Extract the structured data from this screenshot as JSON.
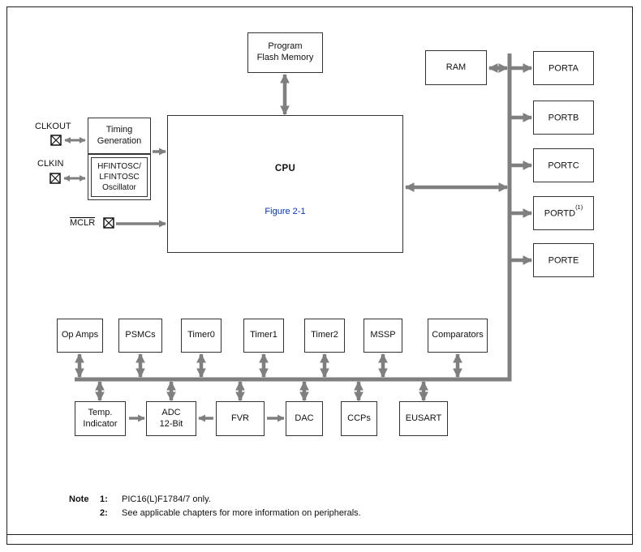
{
  "blocks": {
    "program_flash_memory": {
      "label": "Program\nFlash Memory"
    },
    "ram": {
      "label": "RAM"
    },
    "cpu": {
      "label": "CPU",
      "figure_link": "Figure 2-1"
    },
    "timing_generation": {
      "label": "Timing\nGeneration"
    },
    "oscillator": {
      "label": "HFINTOSC/\nLFINTOSC\nOscillator"
    },
    "ports": [
      {
        "label": "PORTA",
        "sup": ""
      },
      {
        "label": "PORTB",
        "sup": ""
      },
      {
        "label": "PORTC",
        "sup": ""
      },
      {
        "label": "PORTD",
        "sup": "(1)"
      },
      {
        "label": "PORTE",
        "sup": ""
      }
    ],
    "peripherals_top": [
      {
        "label": "Op Amps"
      },
      {
        "label": "PSMCs"
      },
      {
        "label": "Timer0"
      },
      {
        "label": "Timer1"
      },
      {
        "label": "Timer2"
      },
      {
        "label": "MSSP"
      },
      {
        "label": "Comparators"
      }
    ],
    "peripherals_bottom": [
      {
        "label": "Temp.\nIndicator"
      },
      {
        "label": "ADC\n12-Bit"
      },
      {
        "label": "FVR"
      },
      {
        "label": "DAC"
      },
      {
        "label": "CCPs"
      },
      {
        "label": "EUSART"
      }
    ]
  },
  "pins": {
    "clkout": {
      "label": "CLKOUT"
    },
    "clkin": {
      "label": "CLKIN"
    },
    "mclr": {
      "label": "MCLR"
    }
  },
  "notes": {
    "heading": "Note",
    "items": [
      {
        "num": "1:",
        "text": "PIC16(L)F1784/7 only."
      },
      {
        "num": "2:",
        "text": "See applicable chapters for more information on peripherals."
      }
    ]
  },
  "colors": {
    "arrow": "#7f7f7f",
    "figure_link": "#0033cc",
    "box_border": "#333333"
  }
}
